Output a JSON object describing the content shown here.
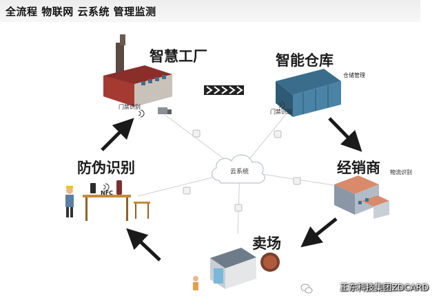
{
  "title": "全流程 物联网 云系统 管理监测",
  "nodes": {
    "factory": {
      "label": "智慧工厂",
      "sub": "门禁识别"
    },
    "warehouse": {
      "label": "智能仓库",
      "sub": "仓储管理",
      "sub2": "门禁识别"
    },
    "distributor": {
      "label": "经销商",
      "sub": "物流识别"
    },
    "store": {
      "label": "卖场"
    },
    "anticounterfeit": {
      "label": "防伪识别",
      "nfc": "NFC"
    }
  },
  "cloud": {
    "label": "云系统"
  },
  "watermark": {
    "text": "正东科技集团ZDCARD",
    "icon": "wechat-icon"
  },
  "colors": {
    "arrow": "#1a1a1a",
    "network_line": "#cfcfcf",
    "cloud_fill": "#ffffff"
  }
}
